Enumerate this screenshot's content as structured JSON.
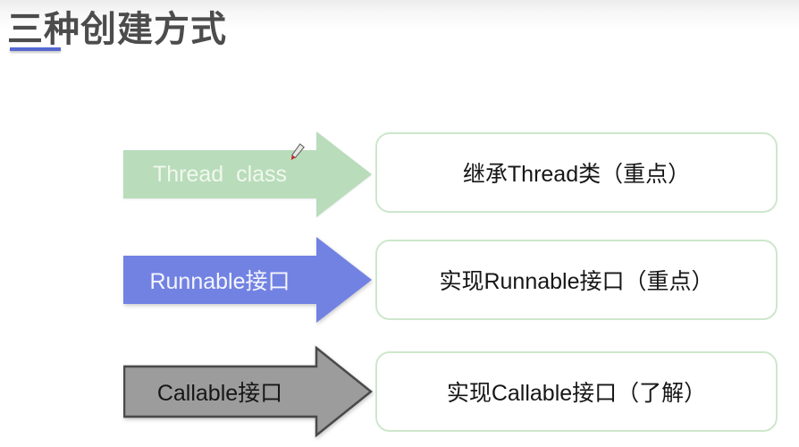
{
  "page": {
    "title": "三种创建方式"
  },
  "colors": {
    "title_text": "#4c4c4c",
    "title_underline": "#5767d1",
    "box_border": "#cde7cc",
    "box_background": "#ffffff",
    "green_arrow_fill": "#b9dcba",
    "blue_arrow_fill": "#7282e3",
    "gray_arrow_fill": "#9c9c9c",
    "gray_arrow_outline": "#4a4a4a"
  },
  "rows": [
    {
      "arrow_label": "Thread  class",
      "arrow_color": "#b9dcba",
      "box_label": "继承Thread类（重点）"
    },
    {
      "arrow_label": "Runnable接口",
      "arrow_color": "#7282e3",
      "box_label": "实现Runnable接口（重点）"
    },
    {
      "arrow_label": "Callable接口",
      "arrow_color": "#9c9c9c",
      "box_label": "实现Callable接口（了解）"
    }
  ],
  "cursor": {
    "type": "pen-pointer"
  }
}
